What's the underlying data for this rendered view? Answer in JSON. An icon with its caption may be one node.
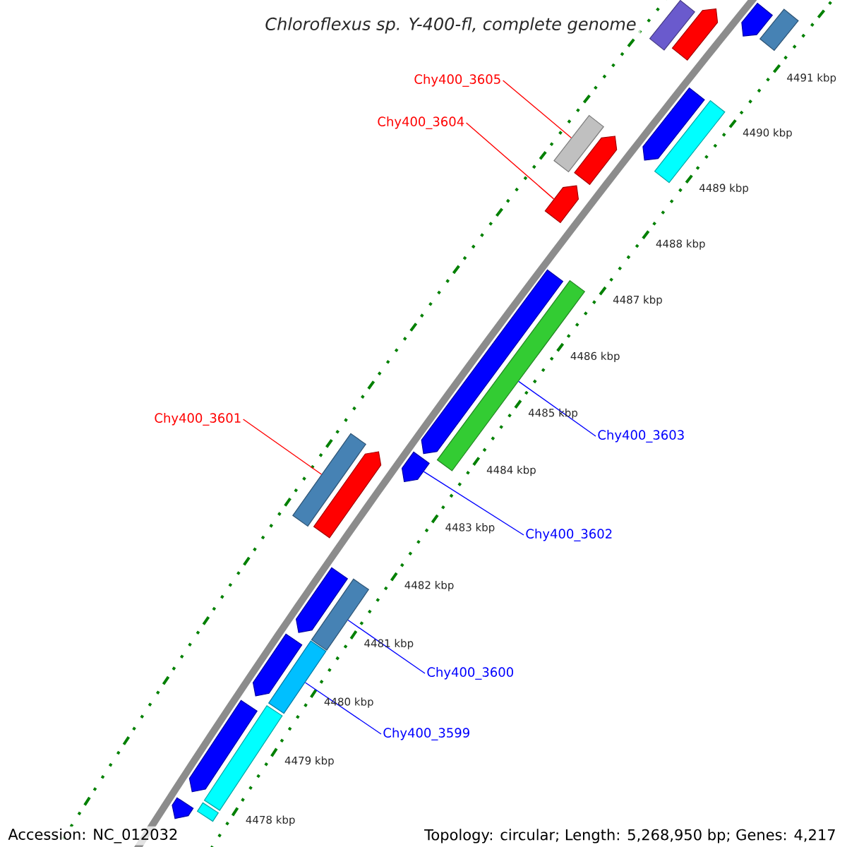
{
  "diagram": {
    "title": "Chloroflexus sp. Y-400-fl, complete genome",
    "nodes": [
      {
        "text": [
          "Chy400_3605"
        ]
      },
      {
        "text": [
          "Chy400_3604"
        ]
      },
      {
        "text": [
          "Chy400_3603"
        ]
      },
      {
        "text": [
          "Chy400_3601"
        ]
      },
      {
        "text": [
          "Chy400_3602"
        ]
      },
      {
        "text": [
          "Chy400_3600"
        ]
      },
      {
        "text": [
          "Chy400_3599"
        ]
      },
      {
        "text": [],
        "shape": "box"
      },
      {
        "text": [],
        "shape": "box"
      },
      {
        "text": [],
        "shape": "pentagon"
      },
      {
        "text": [],
        "shape": "pentagon"
      },
      {
        "text": [],
        "shape": "pentagon"
      },
      {
        "text": [],
        "shape": "box"
      },
      {
        "text": [],
        "shape": "box"
      },
      {
        "text": [],
        "shape": "pentagon"
      },
      {
        "text": [],
        "shape": "pentagon"
      },
      {
        "text": [],
        "shape": "pentagon"
      },
      {
        "text": [],
        "shape": "box"
      },
      {
        "text": [],
        "shape": "pentagon"
      },
      {
        "text": [],
        "shape": "box"
      },
      {
        "text": [],
        "shape": "pentagon"
      },
      {
        "text": [],
        "shape": "pentagon"
      },
      {
        "text": [],
        "shape": "box"
      },
      {
        "text": [],
        "shape": "pentagon"
      },
      {
        "text": [],
        "shape": "box"
      },
      {
        "text": [],
        "shape": "pentagon"
      },
      {
        "text": [],
        "shape": "box"
      },
      {
        "text": [],
        "shape": "pentagon"
      },
      {
        "text": [],
        "shape": "box"
      }
    ],
    "edges": [
      {
        "from": 0,
        "to": 13,
        "arrow": "none",
        "color": "#ff0000"
      },
      {
        "from": 1,
        "to": 15,
        "arrow": "none",
        "color": "#ff0000"
      },
      {
        "from": 2,
        "to": 17,
        "arrow": "none"
      },
      {
        "from": 3,
        "to": 19,
        "arrow": "none",
        "color": "#ff0000"
      },
      {
        "from": 4,
        "to": 18,
        "arrow": "none"
      },
      {
        "from": 5,
        "to": 22,
        "arrow": "none"
      },
      {
        "from": 6,
        "to": 24,
        "arrow": "none"
      }
    ],
    "labels": [
      "4491 kbp",
      "4490 kbp",
      "4489 kbp",
      "4488 kbp",
      "4487 kbp",
      "4486 kbp",
      "4485 kbp",
      "4484 kbp",
      "4483 kbp",
      "4482 kbp",
      "4481 kbp",
      "4480 kbp",
      "4479 kbp",
      "4478 kbp",
      "Accession: NC_012032",
      "Topology: circular; Length: 5,268,950 bp; Genes: 4,217"
    ]
  }
}
